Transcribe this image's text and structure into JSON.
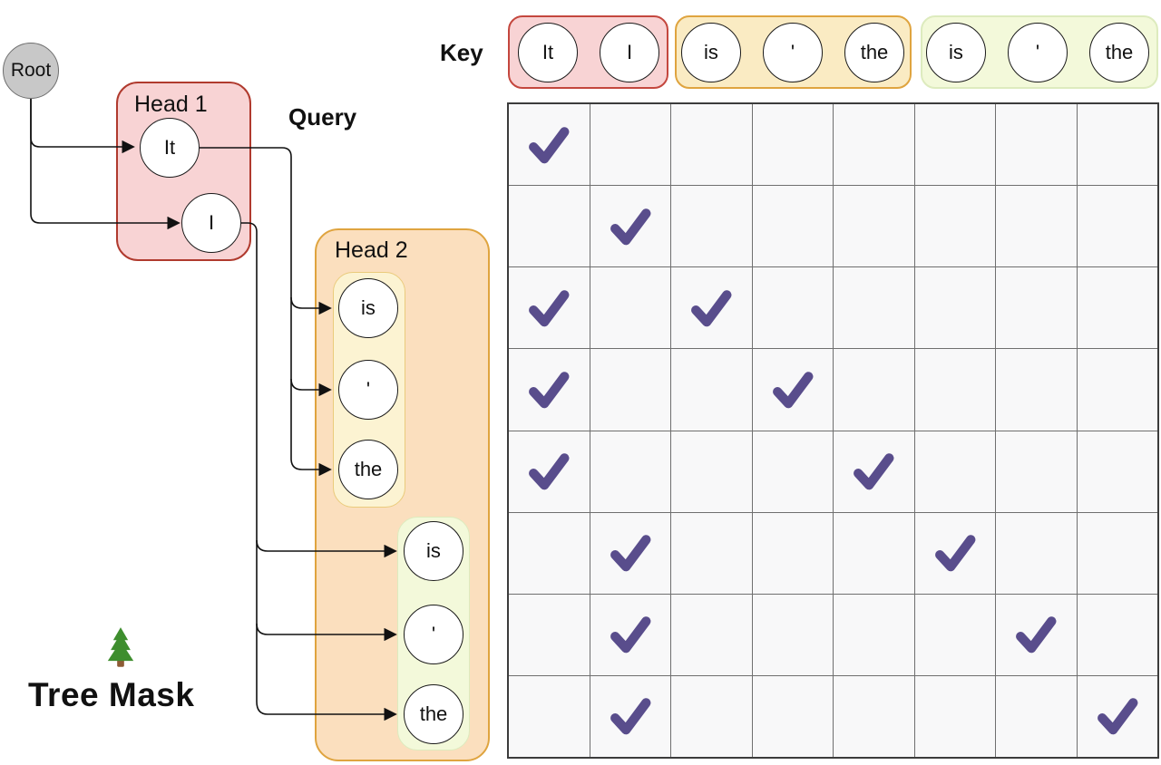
{
  "title": {
    "text": "Tree Mask"
  },
  "labels": {
    "key": "Key",
    "query": "Query"
  },
  "root": {
    "label": "Root"
  },
  "heads": [
    {
      "label": "Head 1",
      "tokens": [
        "It",
        "I"
      ]
    },
    {
      "label": "Head 2",
      "group1": [
        "is",
        "'",
        "the"
      ],
      "group2": [
        "is",
        "'",
        "the"
      ]
    }
  ],
  "key_groups": [
    {
      "tokens": [
        "It",
        "I"
      ]
    },
    {
      "tokens": [
        "is",
        "'",
        "the"
      ]
    },
    {
      "tokens": [
        "is",
        "'",
        "the"
      ]
    }
  ],
  "mask_grid": {
    "rows": 8,
    "cols": 8,
    "checked_cells": [
      [
        1,
        1
      ],
      [
        2,
        2
      ],
      [
        3,
        1
      ],
      [
        3,
        3
      ],
      [
        4,
        1
      ],
      [
        4,
        4
      ],
      [
        5,
        1
      ],
      [
        5,
        5
      ],
      [
        6,
        2
      ],
      [
        6,
        6
      ],
      [
        7,
        2
      ],
      [
        7,
        7
      ],
      [
        8,
        2
      ],
      [
        8,
        8
      ]
    ]
  },
  "colors": {
    "check": "#594D8C",
    "head1_fill": "#F8D3D4",
    "head1_border": "#B03A2E",
    "head2_fill": "#FBDFBE",
    "head2_border": "#DFA43F",
    "group_yellow_fill": "#FCF3D2",
    "group_yellow_border": "#EACB7C",
    "group_green_fill": "#F3F9DA",
    "group_green_border": "#DDEBBE",
    "key_cream_fill": "#FAEBC3",
    "root_fill": "#C8C8C8",
    "tree_green": "#3E8E2E",
    "tree_trunk": "#8D5B35"
  }
}
